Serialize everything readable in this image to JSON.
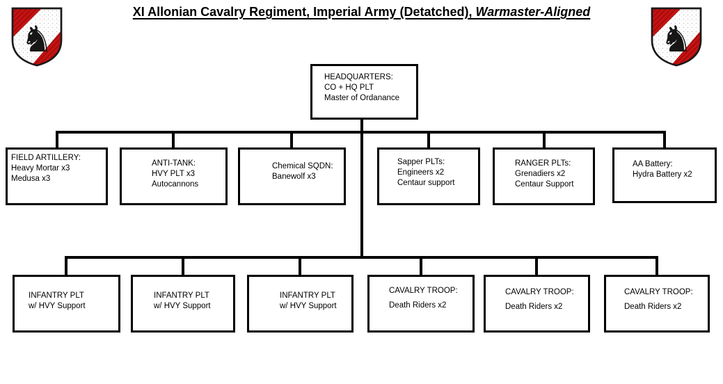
{
  "title": {
    "main": "XI Allonian Cavalry Regiment, Imperial Army (Detatched), ",
    "emphasis": "Warmaster-Aligned"
  },
  "org": {
    "headquarters": {
      "lines": [
        "HEADQUARTERS:",
        "CO + HQ PLT",
        "Master of Ordanance"
      ]
    },
    "support_units": [
      {
        "id": "field-artillery",
        "lines": [
          "FIELD ARTILLERY:",
          "Heavy Mortar x3",
          "Medusa x3"
        ]
      },
      {
        "id": "anti-tank",
        "lines": [
          "ANTI-TANK:",
          "HVY PLT x3",
          "Autocannons"
        ]
      },
      {
        "id": "chemical-sqdn",
        "lines": [
          "Chemical SQDN:",
          "Banewolf x3"
        ]
      },
      {
        "id": "sapper-plts",
        "lines": [
          "Sapper PLTs:",
          "Engineers x2",
          "Centaur support"
        ]
      },
      {
        "id": "ranger-plts",
        "lines": [
          "RANGER PLTs:",
          "Grenadiers x2",
          "Centaur Support"
        ]
      },
      {
        "id": "aa-battery",
        "lines": [
          "AA Battery:",
          "Hydra Battery x2"
        ]
      }
    ],
    "line_units": [
      {
        "id": "infantry-plt-1",
        "lines": [
          "INFANTRY PLT",
          "w/ HVY Support"
        ]
      },
      {
        "id": "infantry-plt-2",
        "lines": [
          "INFANTRY PLT",
          "w/ HVY Support"
        ]
      },
      {
        "id": "infantry-plt-3",
        "lines": [
          "INFANTRY PLT",
          "w/ HVY Support"
        ]
      },
      {
        "id": "cavalry-troop-1",
        "lines": [
          "CAVALRY TROOP:",
          "Death Riders x2"
        ]
      },
      {
        "id": "cavalry-troop-2",
        "lines": [
          "CAVALRY TROOP:",
          "Death Riders x2"
        ]
      },
      {
        "id": "cavalry-troop-3",
        "lines": [
          "CAVALRY TROOP:",
          "Death Riders x2"
        ]
      }
    ]
  },
  "icons": {
    "crest": "regimental-crest-shield-with-rampant-horse"
  },
  "colors": {
    "background": "#ffffff",
    "line": "#000000",
    "box_border": "#000000",
    "text": "#000000",
    "shield_red": "#c41212",
    "horse_black": "#161616"
  }
}
